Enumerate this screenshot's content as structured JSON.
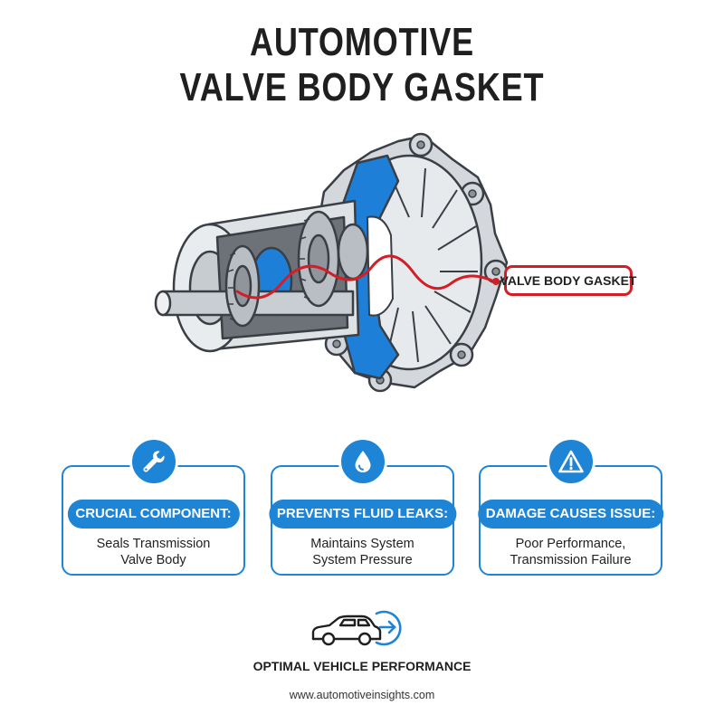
{
  "title": {
    "line1": "AUTOMOTIVE",
    "line2": "VALVE BODY GASKET"
  },
  "illustration": {
    "callout": "VALVE BODY GASKET",
    "colors": {
      "gasket": "#1d7fd8",
      "metal": "#d4d8dc",
      "outline": "#3a3f45",
      "callout_border": "#d21e26"
    }
  },
  "cards": [
    {
      "icon": "wrench-icon",
      "heading": "CRUCIAL COMPONENT:",
      "line1": "Seals Transmission",
      "line2": "Valve Body"
    },
    {
      "icon": "water-drop-icon",
      "heading": "PREVENTS FLUID LEAKS:",
      "line1": "Maintains System",
      "line2": "System Pressure"
    },
    {
      "icon": "warning-triangle-icon",
      "heading": "DAMAGE CAUSES ISSUE:",
      "line1": "Poor Performance,",
      "line2": "Transmission Failure"
    }
  ],
  "footer": {
    "icon": "car-arrow-icon",
    "label": "OPTIMAL VEHICLE PERFORMANCE",
    "website": "www.automotiveinsights.com"
  },
  "accent_color": "#1d84d6"
}
